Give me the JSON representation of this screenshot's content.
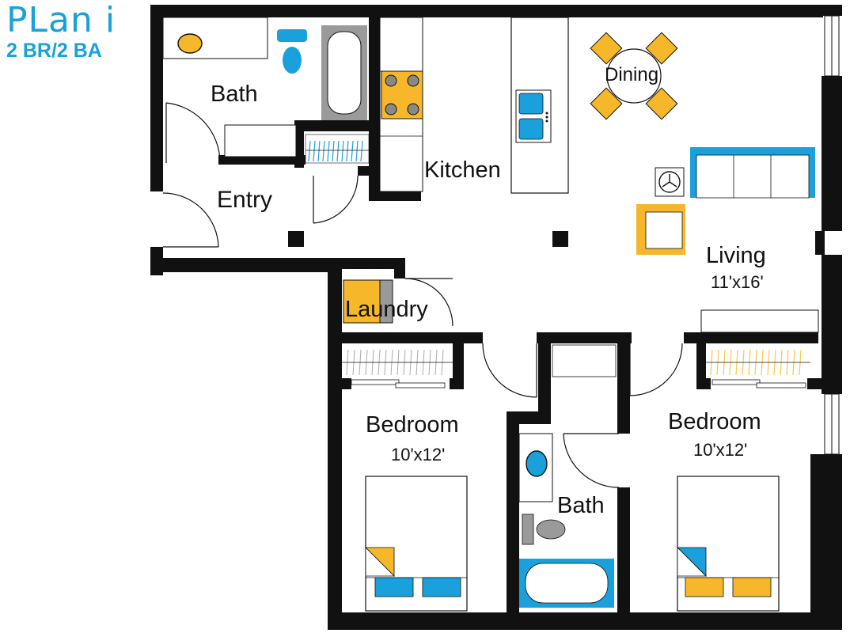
{
  "header": {
    "plan_name": "PLan i",
    "plan_subtitle": "2 BR/2 BA"
  },
  "rooms": {
    "bath_main": "Bath",
    "entry": "Entry",
    "kitchen": "Kitchen",
    "dining": "Dining",
    "living": "Living",
    "living_dim": "11'x16'",
    "laundry": "Laundry",
    "bedroom_left": "Bedroom",
    "bedroom_left_dim": "10'x12'",
    "bath_second": "Bath",
    "bedroom_right": "Bedroom",
    "bedroom_right_dim": "10'x12'"
  },
  "colors": {
    "brand_blue": "#1aa1db",
    "wall": "#111111",
    "accent_yellow": "#f6b82a",
    "fixture_blue": "#1aa1db",
    "fixture_gray": "#9a9a9a"
  }
}
